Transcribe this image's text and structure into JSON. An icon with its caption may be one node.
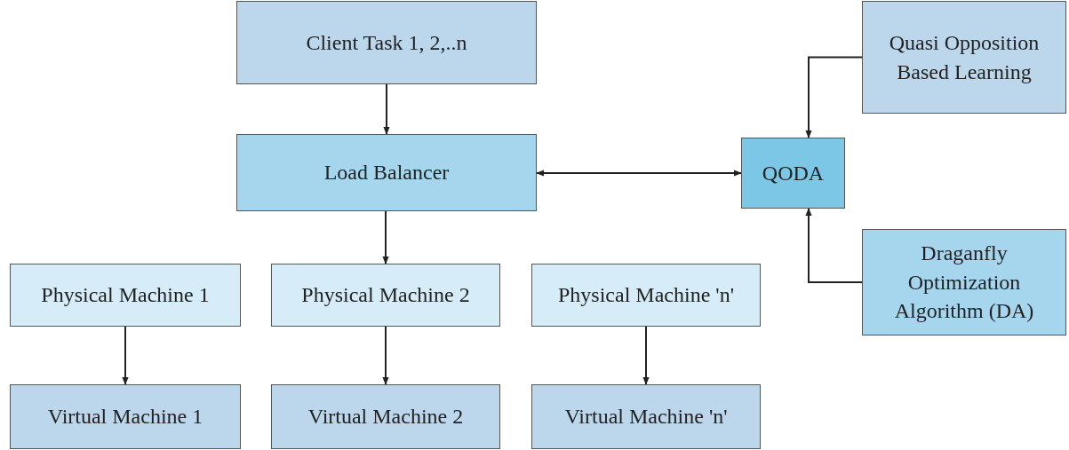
{
  "diagram": {
    "nodes": [
      {
        "text": [
          "Client Task 1, 2,..n"
        ]
      },
      {
        "text": [
          "Load Balancer"
        ]
      },
      {
        "text": [
          "QODA"
        ]
      },
      {
        "text": [
          "Quasi Opposition Based Learning"
        ]
      },
      {
        "text": [
          "Draganfly Optimization Algorithm (DA)"
        ]
      },
      {
        "text": [
          "Physical Machine 1"
        ]
      },
      {
        "text": [
          "Physical Machine 2"
        ]
      },
      {
        "text": [
          "Physical Machine 'n'"
        ]
      },
      {
        "text": [
          "Virtual Machine 1"
        ]
      },
      {
        "text": [
          "Virtual Machine 2"
        ]
      },
      {
        "text": [
          "Virtual Machine 'n'"
        ]
      }
    ],
    "edges": [
      {
        "from": 0,
        "to": 1,
        "arrow": "to"
      },
      {
        "from": 1,
        "to": 2,
        "arrow": "both"
      },
      {
        "from": 3,
        "to": 2,
        "arrow": "to"
      },
      {
        "from": 4,
        "to": 2,
        "arrow": "to"
      },
      {
        "from": 1,
        "to": 6,
        "arrow": "to"
      },
      {
        "from": 5,
        "to": 8,
        "arrow": "to"
      },
      {
        "from": 6,
        "to": 9,
        "arrow": "to"
      },
      {
        "from": 7,
        "to": 10,
        "arrow": "to"
      }
    ]
  }
}
